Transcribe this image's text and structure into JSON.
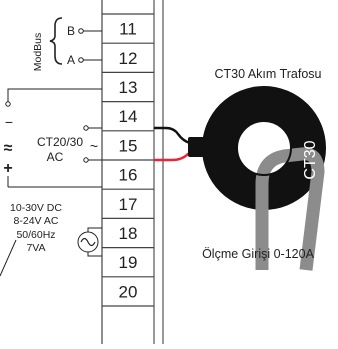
{
  "terminals": [
    "11",
    "12",
    "13",
    "14",
    "15",
    "16",
    "17",
    "18",
    "19",
    "20"
  ],
  "modbus": {
    "label": "ModBus",
    "line_b": "B",
    "line_a": "A"
  },
  "ct_input": {
    "label_line1": "CT20/30",
    "label_line2": "AC",
    "minus_sign": "−",
    "plus_sign": "+"
  },
  "power": {
    "line1": "10-30V DC",
    "line2": "8-24V AC",
    "line3": "50/60Hz",
    "line4": "7VA"
  },
  "transformer": {
    "title": "CT30 Akım Trafosu",
    "body_label": "CT30",
    "caption": "Ölçme Girişi  0-120A"
  },
  "colors": {
    "wire_black": "#111111",
    "wire_red": "#e8253a",
    "ct_body": "#111111",
    "cable_grey": "#8c8c8c",
    "line": "#444444"
  }
}
